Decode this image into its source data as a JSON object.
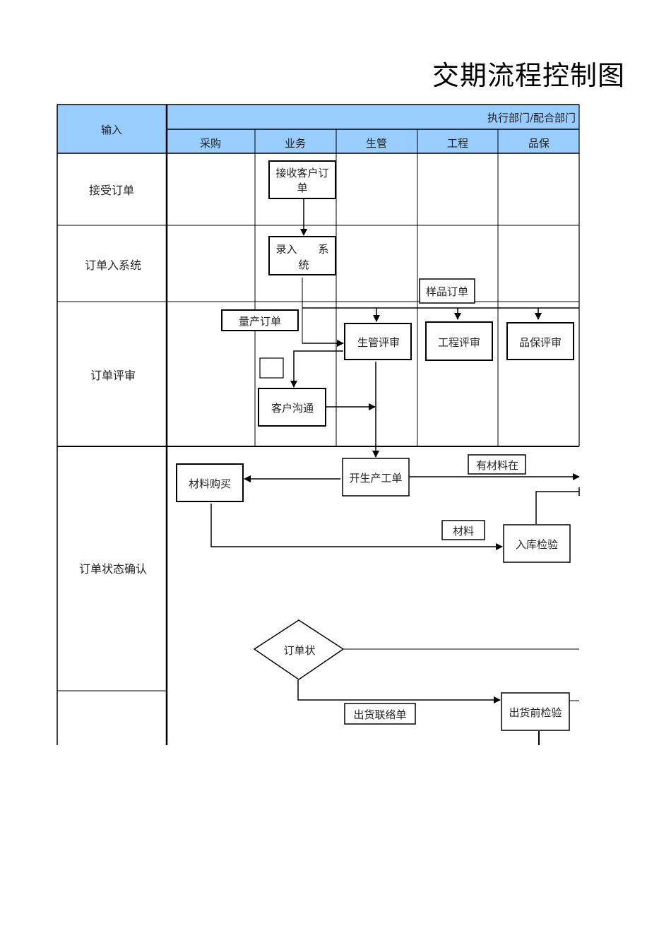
{
  "title": "交期流程控制图",
  "header": {
    "input_label": "输入",
    "exec_label": "执行部门/配合部门",
    "departments": [
      "采购",
      "业务",
      "生管",
      "工程",
      "品保"
    ]
  },
  "rows": [
    "接受订单",
    "订单入系统",
    "订单评审",
    "订单状态确认",
    ""
  ],
  "nodes": {
    "receive_order": [
      "接收客户订",
      "单"
    ],
    "enter_system": [
      "录入　　系",
      "统"
    ],
    "pmc_review": "生管评审",
    "eng_review": "工程评审",
    "qa_review": "品保评审",
    "customer_comm": "客户沟通",
    "open_work_order": "开生产工单",
    "material_purchase": "材料购买",
    "incoming_inspection": "入库检验",
    "order_status": "订单状",
    "pre_ship_inspection": "出货前检验"
  },
  "labels": {
    "sample_order": "样品订单",
    "mass_order": "量产订单",
    "material_available": "有材料在",
    "material": "材料",
    "shipping_notice": "出货联络单"
  },
  "colors": {
    "header_fill": "#99ccff",
    "line": "#000000"
  }
}
